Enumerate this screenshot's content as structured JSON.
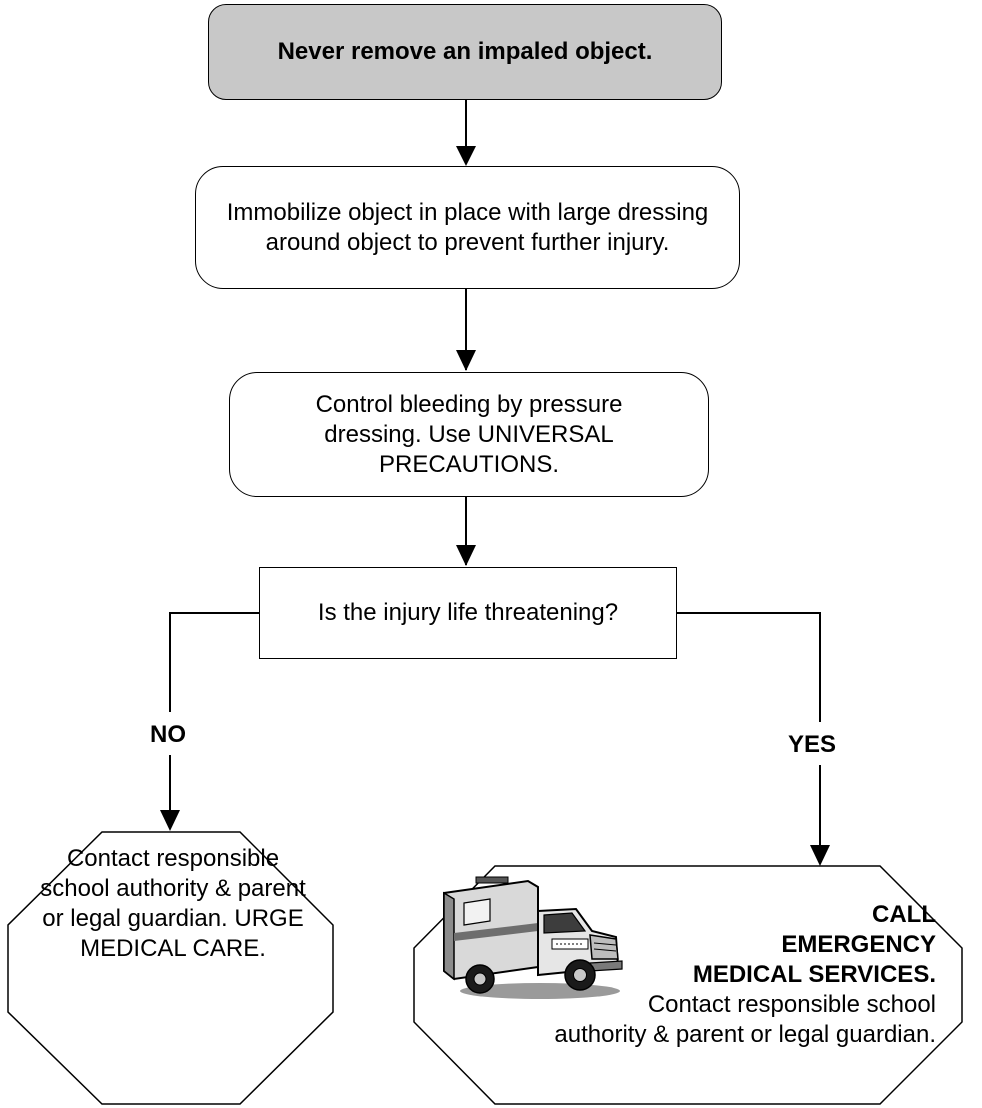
{
  "flowchart": {
    "step1": "Never remove an impaled object.",
    "step2": "Immobilize object in place with large dressing around object to prevent further injury.",
    "step3_line1": "Control bleeding by pressure dressing.  Use UNIVERSAL PRECAUTIONS.",
    "question": "Is the injury life threatening?",
    "branch_no_label": "NO",
    "branch_yes_label": "YES",
    "no_outcome": "Contact responsible school authority & parent or legal guardian. URGE MEDICAL CARE.",
    "yes_outcome_line1": "CALL",
    "yes_outcome_line2": "EMERGENCY",
    "yes_outcome_line3": "MEDICAL SERVICES.",
    "yes_outcome_line4": "Contact responsible school",
    "yes_outcome_line5": "authority & parent or legal guardian."
  },
  "icons": {
    "ambulance": "ambulance-icon"
  }
}
